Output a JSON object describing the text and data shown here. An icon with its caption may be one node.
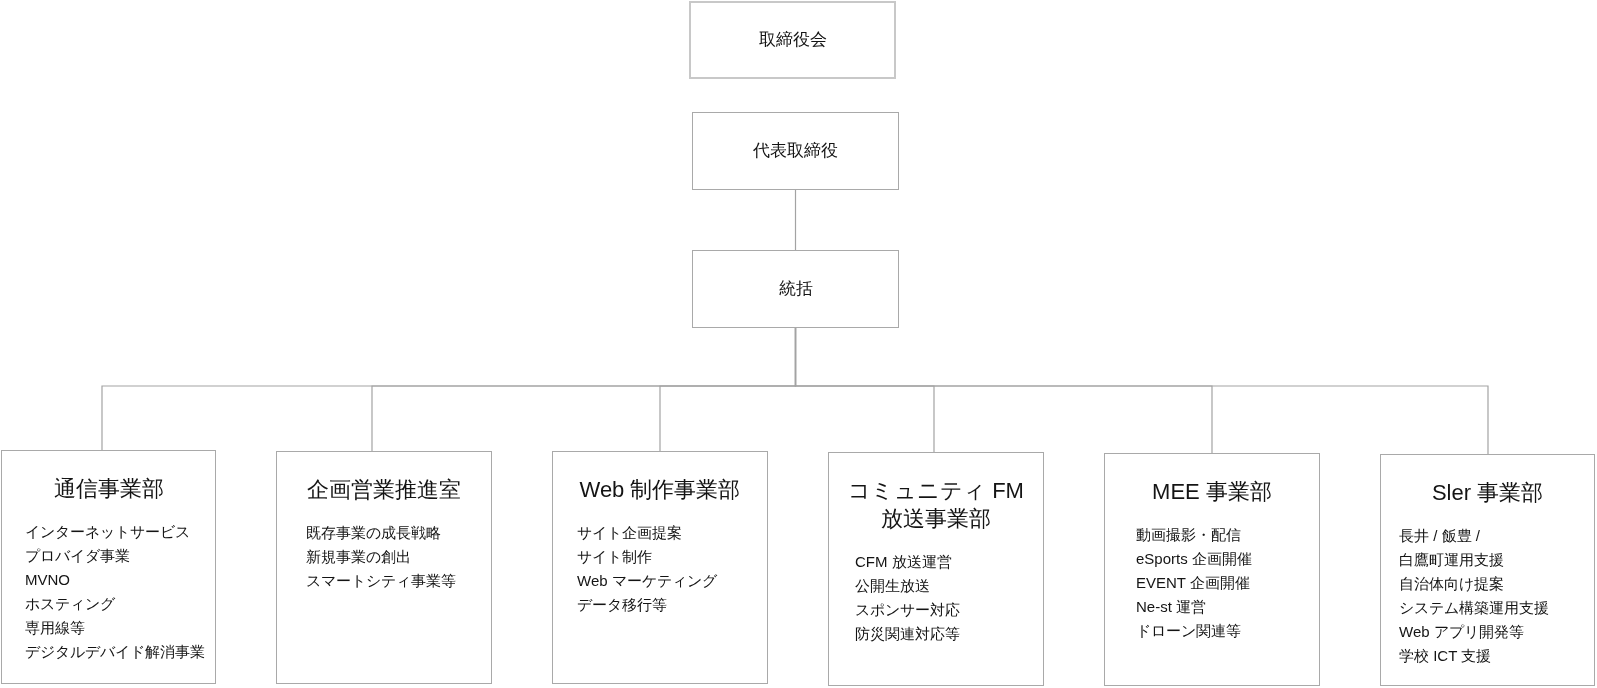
{
  "diagram": {
    "nodes": [
      {
        "text": [
          "取締役会"
        ]
      },
      {
        "text": [
          "代表取締役"
        ]
      },
      {
        "text": [
          "統括"
        ]
      },
      {
        "text": [
          "通信事業部",
          "インターネットサービス",
          "プロバイダ事業",
          "MVNO",
          "ホスティング",
          "専用線等",
          "デジタルデバイド解消事業"
        ]
      },
      {
        "text": [
          "企画営業推進室",
          "既存事業の成長戦略",
          "新規事業の創出",
          "スマートシティ事業等"
        ]
      },
      {
        "text": [
          "Web 制作事業部",
          "サイト企画提案",
          "サイト制作",
          "Web マーケティング",
          "データ移行等"
        ]
      },
      {
        "text": [
          "コミュニティ FM 放送事業部",
          "CFM 放送運営",
          "公開生放送",
          "スポンサー対応",
          "防災関連対応等"
        ]
      },
      {
        "text": [
          "MEE 事業部",
          "動画撮影・配信",
          "eSports 企画開催",
          "EVENT 企画開催",
          "Ne-st 運営",
          "ドローン関連等"
        ]
      },
      {
        "text": [
          "Sler 事業部",
          "長井 / 飯豊 / 白鷹町運用支援",
          "自治体向け提案",
          "システム構築運用支援",
          "Web アプリ開発等",
          "学校 ICT 支援"
        ]
      }
    ],
    "edges": [
      {
        "from": 1,
        "to": 2,
        "arrow": "none"
      },
      {
        "from": 2,
        "to": 3,
        "arrow": "none"
      },
      {
        "from": 2,
        "to": 4,
        "arrow": "none"
      },
      {
        "from": 2,
        "to": 5,
        "arrow": "none"
      },
      {
        "from": 2,
        "to": 6,
        "arrow": "none"
      },
      {
        "from": 2,
        "to": 7,
        "arrow": "none"
      },
      {
        "from": 2,
        "to": 8,
        "arrow": "none"
      }
    ]
  }
}
